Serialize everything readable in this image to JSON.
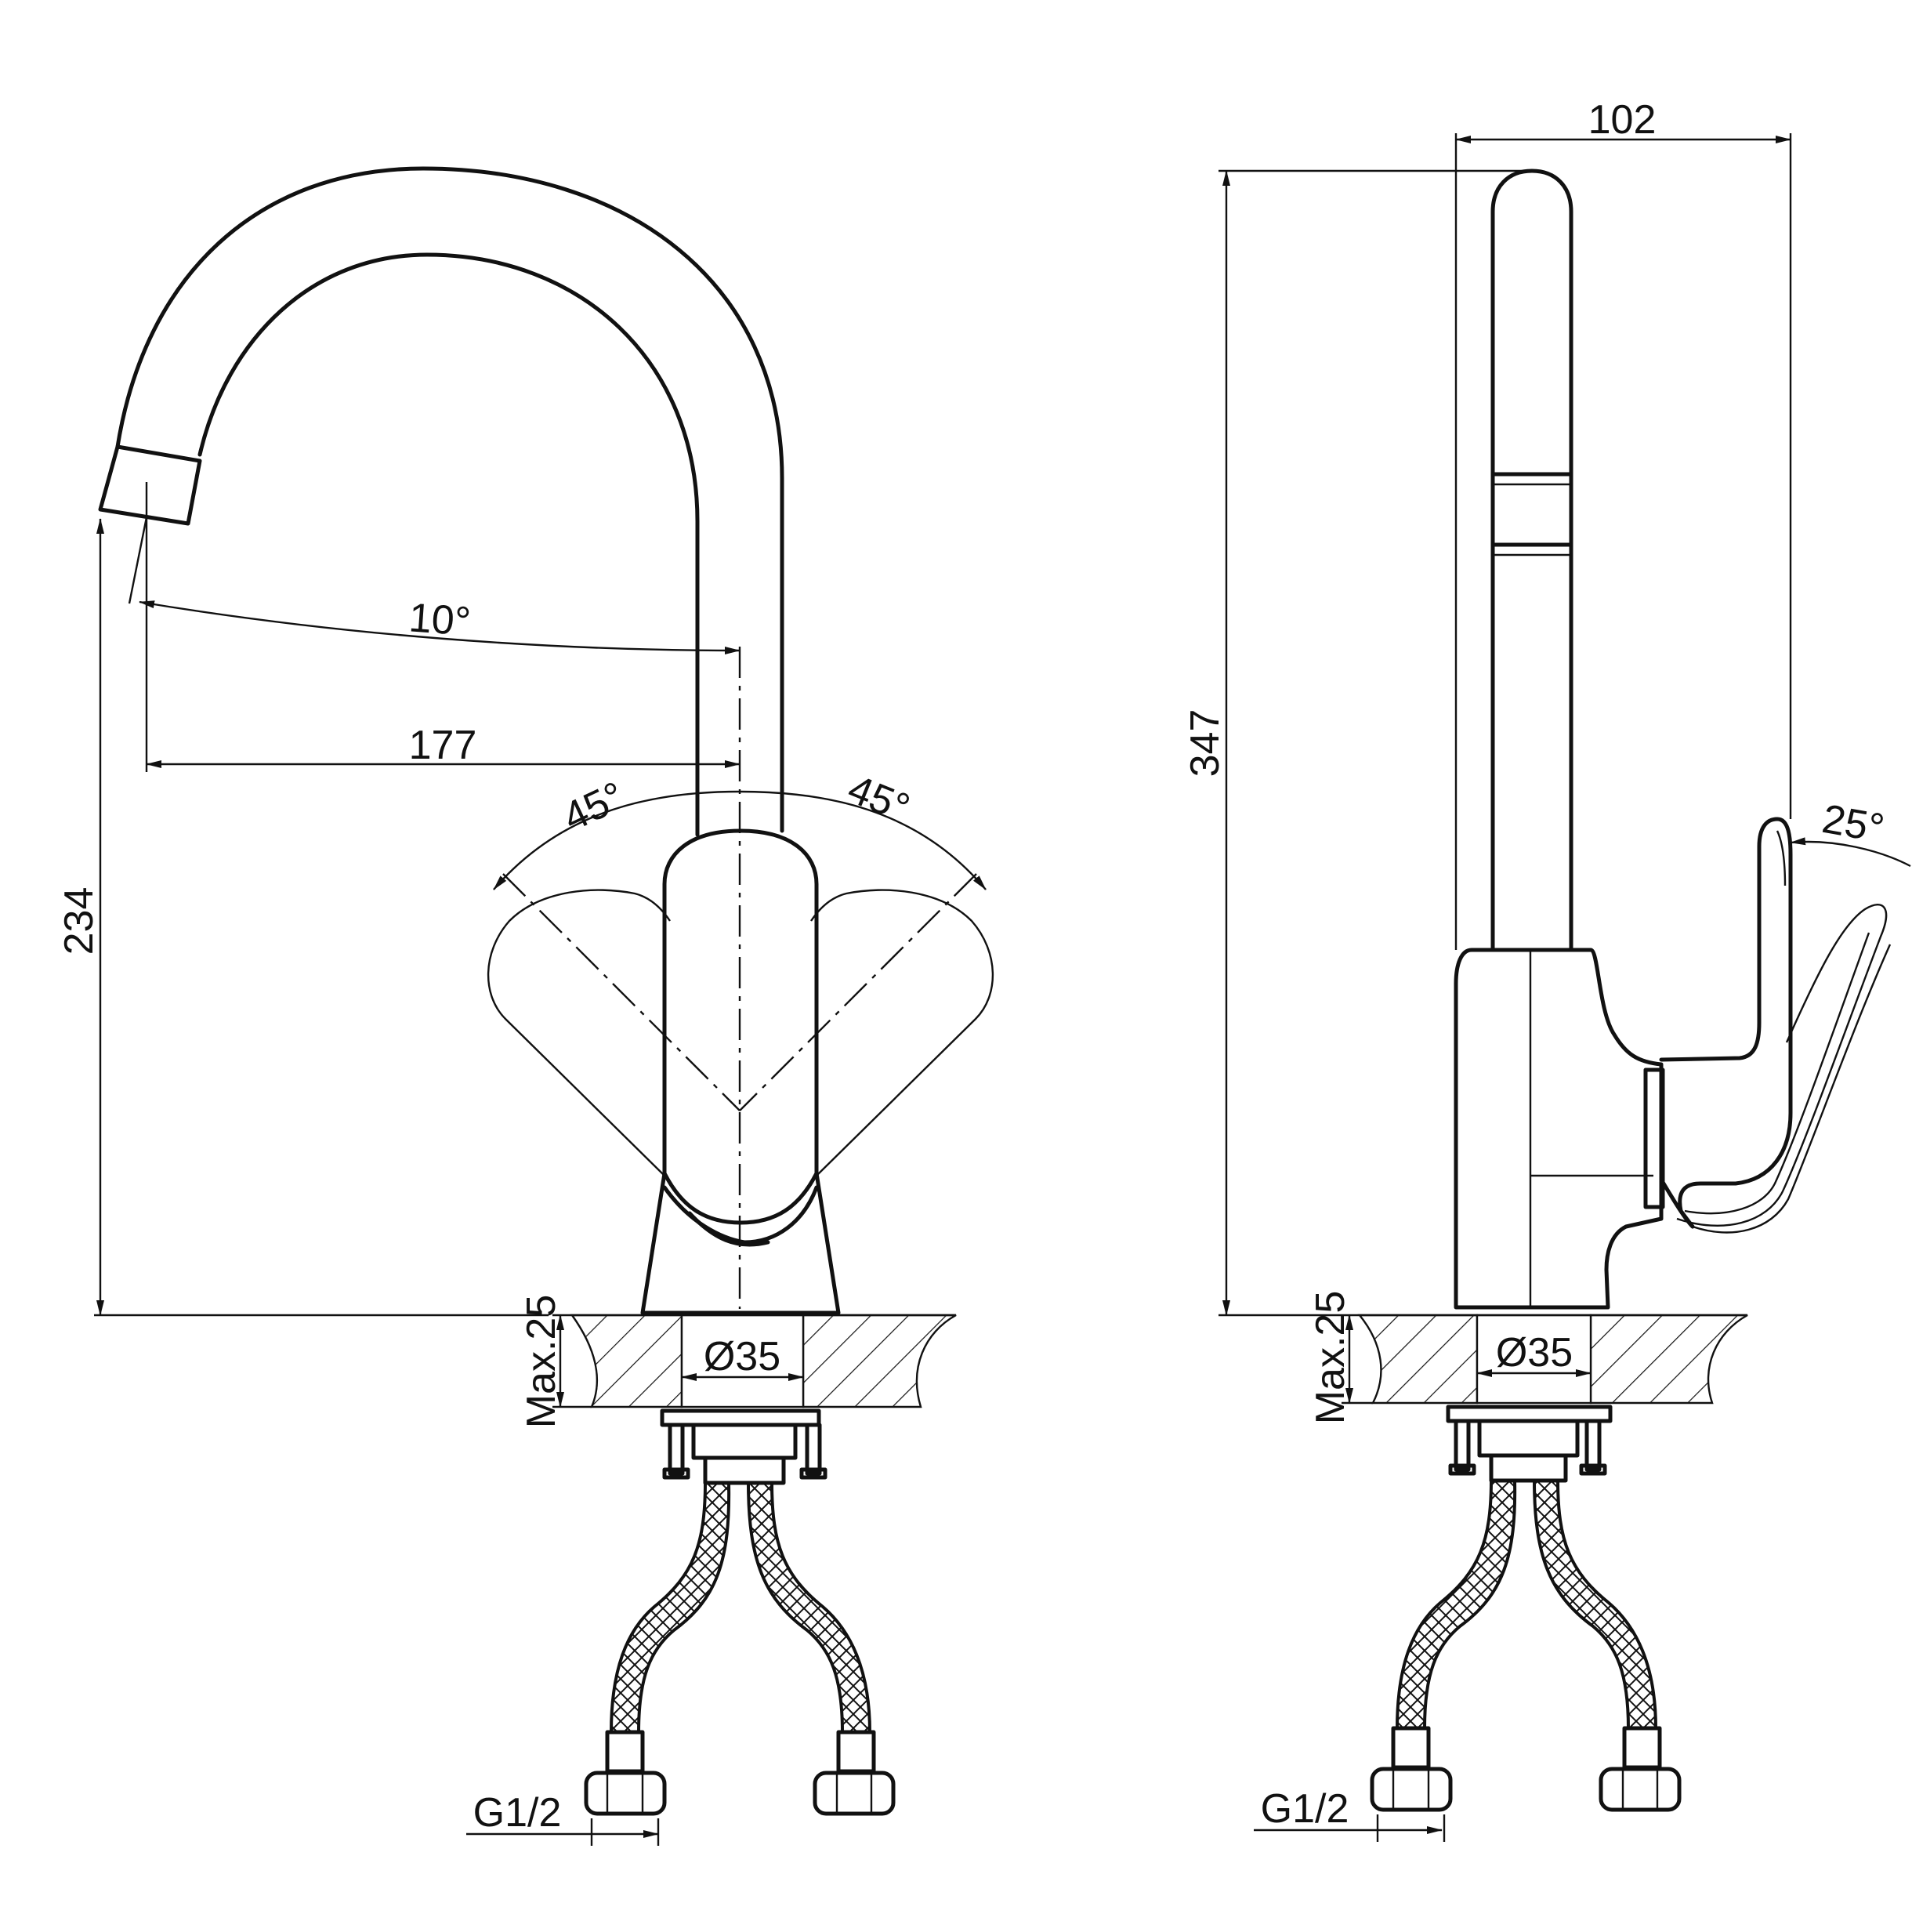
{
  "front_view": {
    "dim_reach": "177",
    "dim_spout_angle": "10°",
    "dim_height": "234",
    "dim_swivel_left": "45°",
    "dim_swivel_right": "45°",
    "dim_hole_diameter": "Ø35",
    "dim_max_thickness": "Max.25",
    "dim_thread": "G1/2"
  },
  "side_view": {
    "dim_depth": "102",
    "dim_height": "347",
    "dim_lever_angle": "25°",
    "dim_hole_diameter": "Ø35",
    "dim_max_thickness": "Max.25",
    "dim_thread": "G1/2"
  }
}
